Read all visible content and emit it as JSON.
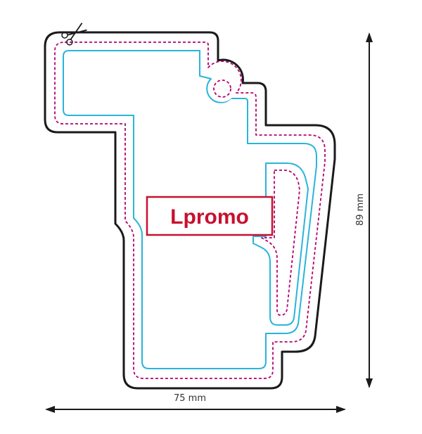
{
  "logo": {
    "text": "Lpromo",
    "text_color": "#c8102e",
    "border_color": "#c8102e",
    "fill_color": "#ffffff"
  },
  "dimensions": {
    "width_label": "75 mm",
    "height_label": "89 mm"
  },
  "colors": {
    "cut_line": "#1a1a1a",
    "bleed_line": "#b5006e",
    "safe_line": "#2ab4dc",
    "arrow": "#1a1a1a"
  },
  "icons": {
    "cut_marker": "scissors-icon"
  }
}
